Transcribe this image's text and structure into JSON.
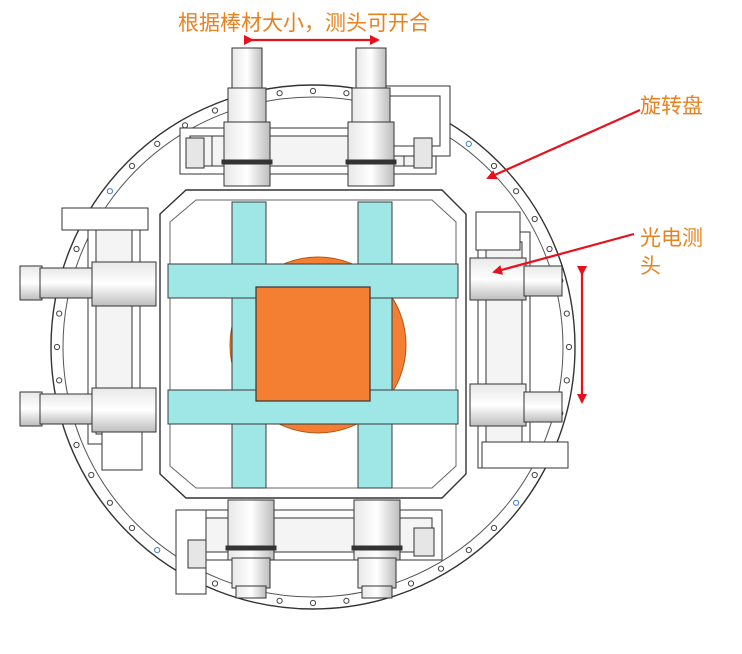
{
  "labels": {
    "adjust_note": "根据棒材大小，测头可开合",
    "rotary_disk": "旋转盘",
    "photo_sensor": "光电测头"
  },
  "colors": {
    "label_text": "#e8821e",
    "arrow": "#e8101c",
    "outline": "#333333",
    "frame_fill": "#9fe7e7",
    "bar_fill": "#f47f32",
    "hole_accent": "#3a7fc8"
  }
}
